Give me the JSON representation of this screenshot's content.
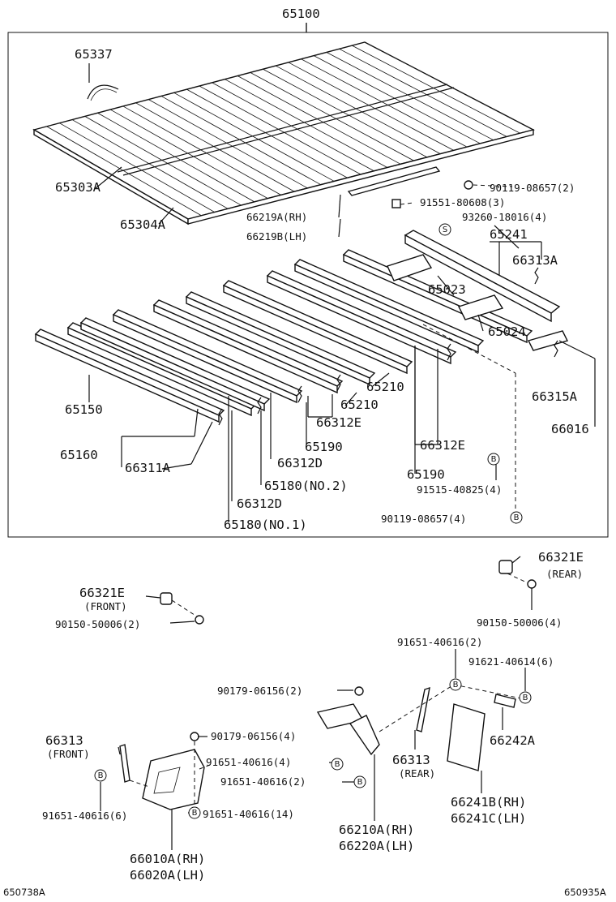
{
  "labels": {
    "l65100": "65100",
    "l65337": "65337",
    "l65303A": "65303A",
    "l65304A": "65304A",
    "l90119_08657_2": "90119-08657(2)",
    "l91551_80608_3": "91551-80608(3)",
    "l66219A": "66219A(RH)",
    "l66219B": "66219B(LH)",
    "l93260_18016_4": "93260-18016(4)",
    "l65241": "65241",
    "l66313A": "66313A",
    "l65023": "65023",
    "l65024": "65024",
    "l65210a": "65210",
    "l65210b": "65210",
    "l66315A": "66315A",
    "l66016": "66016",
    "l65150": "65150",
    "l66312E_a": "66312E",
    "l65190_a": "65190",
    "l66312E_b": "66312E",
    "l65160": "65160",
    "l66311A": "66311A",
    "l66312D_a": "66312D",
    "l65190_b": "65190",
    "l65180_no2": "65180(NO.2)",
    "l91515_40825_4": "91515-40825(4)",
    "l66312D_b": "66312D",
    "l90119_08657_4": "90119-08657(4)",
    "l65180_no1": "65180(NO.1)",
    "l66321E_rear": "66321E",
    "rear_1": "(REAR)",
    "l66321E_front": "66321E",
    "front_1": "(FRONT)",
    "l90150_50006_2": "90150-50006(2)",
    "l90150_50006_4": "90150-50006(4)",
    "l91651_40616_2a": "91651-40616(2)",
    "l91621_40614_6": "91621-40614(6)",
    "l90179_06156_2": "90179-06156(2)",
    "l90179_06156_4": "90179-06156(4)",
    "l66313_front": "66313",
    "front_2": "(FRONT)",
    "l91651_40616_4": "91651-40616(4)",
    "l91651_40616_2b": "91651-40616(2)",
    "l66313_rear": "66313",
    "rear_2": "(REAR)",
    "l66242A": "66242A",
    "l91651_40616_6": "91651-40616(6)",
    "l91651_40616_14": "91651-40616(14)",
    "l66241B": "66241B(RH)",
    "l66241C": "66241C(LH)",
    "l66210A": "66210A(RH)",
    "l66220A": "66220A(LH)",
    "l66010A": "66010A(RH)",
    "l66020A": "66020A(LH)",
    "ref_left": "650738A",
    "ref_right": "650935A"
  },
  "badges": {
    "s": "S",
    "b": "B"
  }
}
